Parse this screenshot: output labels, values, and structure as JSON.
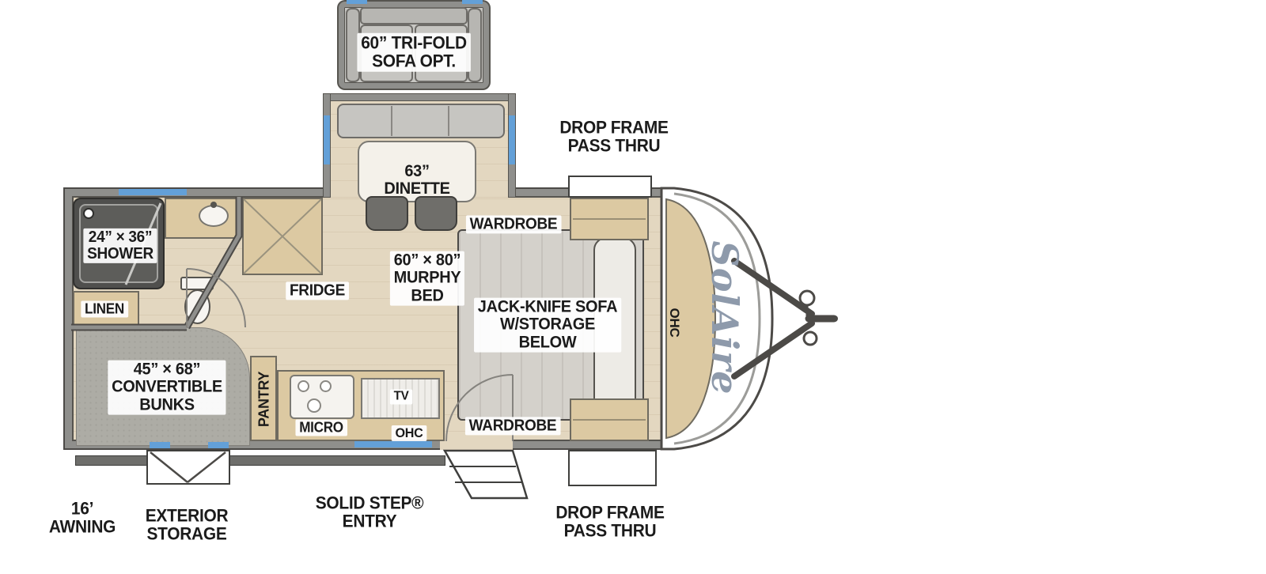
{
  "brand": {
    "logo": "SolAire"
  },
  "colors": {
    "wall": "#8f8f8c",
    "wall_edge": "#56544f",
    "floor": "#e3d7c0",
    "carpet": "#adaca5",
    "cabinet": "#dcc9a2",
    "window_accent": "#63a0d8",
    "upholstery": "#c6c5c1",
    "label_text": "#1b1b1b",
    "logo_color": "#8e9aab"
  },
  "labels": {
    "trifold_sofa": "60” TRI-FOLD\nSOFA OPT.",
    "drop_frame_top": "DROP FRAME\nPASS THRU",
    "drop_frame_bottom": "DROP FRAME\nPASS THRU",
    "dinette": "63”\nDINETTE",
    "wardrobe_top": "WARDROBE",
    "wardrobe_bottom": "WARDROBE",
    "murphy_bed": "60” × 80”\nMURPHY\nBED",
    "jackknife_sofa": "JACK-KNIFE SOFA\nW/STORAGE\nBELOW",
    "ohc_front": "OHC",
    "ohc_kitchen": "OHC",
    "shower": "24” × 36”\nSHOWER",
    "linen": "LINEN",
    "fridge": "FRIDGE",
    "bunks": "45” × 68”\nCONVERTIBLE\nBUNKS",
    "pantry": "PANTRY",
    "micro": "MICRO",
    "tv": "TV",
    "solid_step": "SOLID STEP®\nENTRY",
    "exterior_storage": "EXTERIOR\nSTORAGE",
    "awning": "16’\nAWNING"
  }
}
